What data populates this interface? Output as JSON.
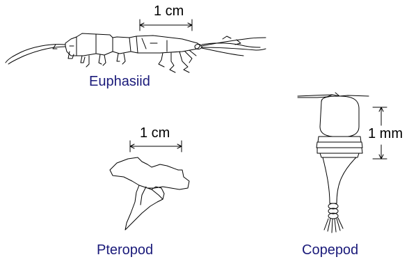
{
  "colors": {
    "species_label": "#1a1a7a",
    "scale_label": "#000000",
    "ink": "#000000"
  },
  "organisms": [
    {
      "name": "Euphasiid",
      "scale": "1 cm"
    },
    {
      "name": "Pteropod",
      "scale": "1 cm"
    },
    {
      "name": "Copepod",
      "scale": "1 mm"
    }
  ]
}
